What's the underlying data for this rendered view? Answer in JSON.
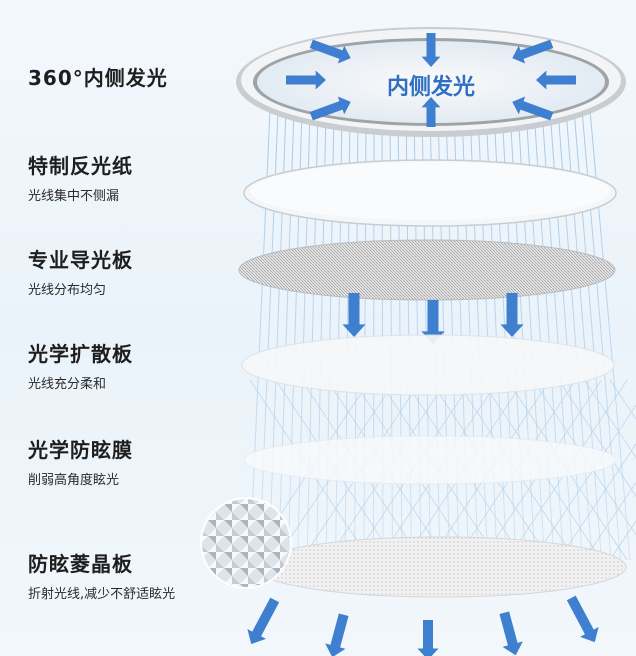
{
  "lamp_label": "内侧发光",
  "layers": [
    {
      "title": "360°内侧发光",
      "subtitle": ""
    },
    {
      "title": "特制反光纸",
      "subtitle": "光线集中不侧漏"
    },
    {
      "title": "专业导光板",
      "subtitle": "光线分布均匀"
    },
    {
      "title": "光学扩散板",
      "subtitle": "光线充分柔和"
    },
    {
      "title": "光学防眩膜",
      "subtitle": "削弱高角度眩光"
    },
    {
      "title": "防眩菱晶板",
      "subtitle": "折射光线,减少不舒适眩光"
    }
  ],
  "colors": {
    "arrow": "#3f7fd0",
    "lamp_text": "#2f6fc4",
    "beam": "#a9cbe8",
    "title": "#1e1e1e"
  },
  "icons": [
    "arrow-icon",
    "crystal-texture-icon"
  ]
}
